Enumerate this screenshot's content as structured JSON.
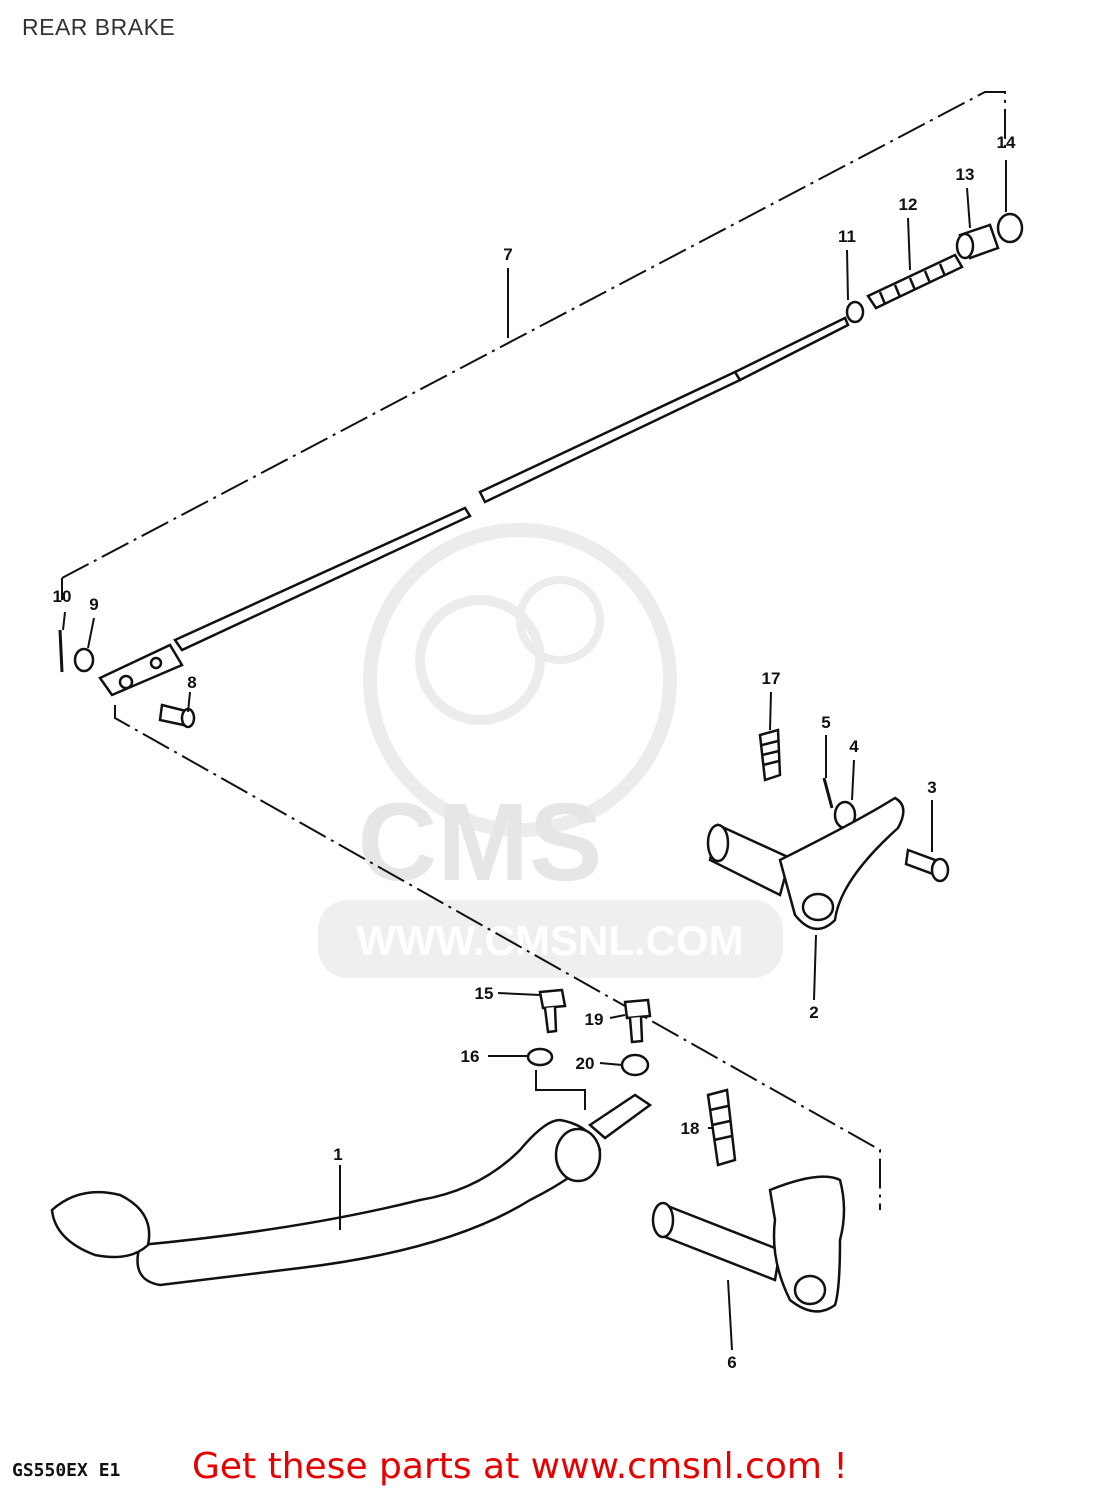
{
  "header": {
    "title": "REAR BRAKE"
  },
  "watermark": {
    "logo_text": "CMS",
    "url_text": "WWW.CMSNL.COM"
  },
  "parts": [
    {
      "id": "1",
      "label": "1"
    },
    {
      "id": "2",
      "label": "2"
    },
    {
      "id": "3",
      "label": "3"
    },
    {
      "id": "4",
      "label": "4"
    },
    {
      "id": "5",
      "label": "5"
    },
    {
      "id": "6",
      "label": "6"
    },
    {
      "id": "7",
      "label": "7"
    },
    {
      "id": "8",
      "label": "8"
    },
    {
      "id": "9",
      "label": "9"
    },
    {
      "id": "10",
      "label": "10"
    },
    {
      "id": "11",
      "label": "11"
    },
    {
      "id": "12",
      "label": "12"
    },
    {
      "id": "13",
      "label": "13"
    },
    {
      "id": "14",
      "label": "14"
    },
    {
      "id": "15",
      "label": "15"
    },
    {
      "id": "16",
      "label": "16"
    },
    {
      "id": "17",
      "label": "17"
    },
    {
      "id": "18",
      "label": "18"
    },
    {
      "id": "19",
      "label": "19"
    },
    {
      "id": "20",
      "label": "20"
    }
  ],
  "footer": {
    "model_code": "GS550EX E1",
    "promo_text": "Get these parts at www.cmsnl.com !"
  },
  "colors": {
    "line": "#111111",
    "promo": "#e60000",
    "watermark": "#e6e6e6"
  }
}
